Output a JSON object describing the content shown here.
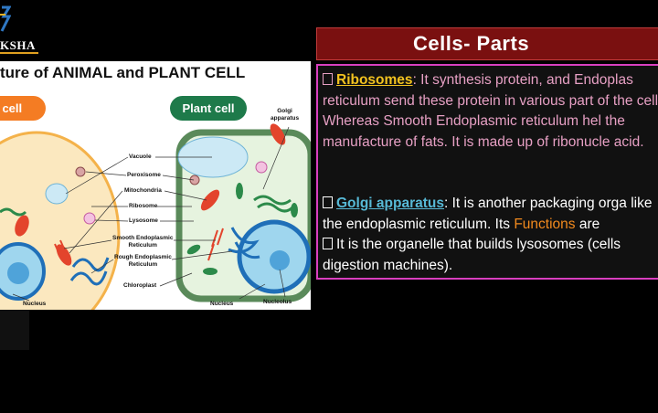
{
  "logo": {
    "text": "KSHA"
  },
  "diagram": {
    "title": "ture of ANIMAL and PLANT CELL",
    "animal_label": "al cell",
    "plant_label": "Plant cell",
    "labels": {
      "golgi": "Golgi\napparatus",
      "vacuole": "Vacuole",
      "peroxisome": "Peroxisome",
      "mitochondria": "Mitochondria",
      "ribosome": "Ribosome",
      "lysosome": "Lysosome",
      "smooth_er": "Smooth Endoplasmic\nReticulum",
      "rough_er": "Rough Endoplasmic\nReticulum",
      "chloroplast": "Chloroplast",
      "nucleus_animal": "Nucleus",
      "nucleus_plant": "Nucleus",
      "nucleolus": "Nucleolus"
    }
  },
  "header": {
    "title": "Cells- Parts"
  },
  "content": {
    "ribosomes_term": "Ribosomes",
    "ribosomes_text": ": It synthesis protein, and Endoplas reticulum send these protein in various part of the cell. Whereas Smooth Endoplasmic reticulum hel the manufacture of fats. It is made up of ribonucle acid.",
    "golgi_term": "Golgi apparatus",
    "golgi_text_a": ": It is another packaging orga like the endoplasmic reticulum. Its ",
    "functions_word": "Functions",
    "golgi_text_b": " are",
    "golgi_point": "It is the organelle that builds lysosomes (cells digestion machines)."
  }
}
